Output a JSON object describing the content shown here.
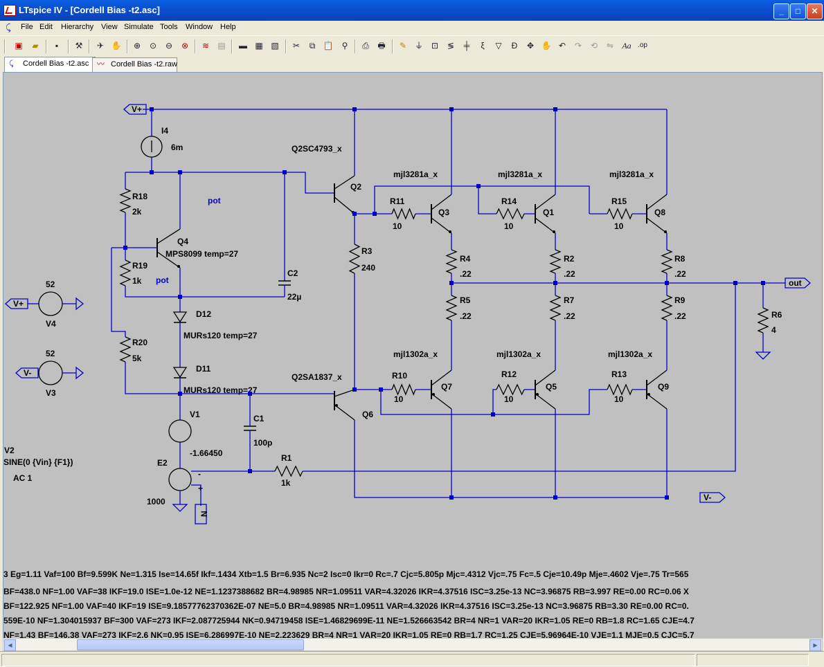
{
  "window": {
    "title": "LTspice IV - [Cordell Bias -t2.asc]",
    "buttons": [
      "_",
      "□",
      "✕"
    ]
  },
  "menu": [
    "File",
    "Edit",
    "Hierarchy",
    "View",
    "Simulate",
    "Tools",
    "Window",
    "Help"
  ],
  "mdi_buttons": [
    "_",
    "⧉",
    "✕"
  ],
  "tabs": [
    {
      "label": "Cordell Bias -t2.asc",
      "icon": "schematic-icon",
      "active": true
    },
    {
      "label": "Cordell Bias -t2.raw",
      "icon": "waveform-icon",
      "active": false
    }
  ],
  "schematic": {
    "wire_color": "#0000c8",
    "labels": [
      {
        "id": "i4-name",
        "text": "I4"
      },
      {
        "id": "i4-value",
        "text": "6m"
      },
      {
        "id": "r18-name",
        "text": "R18"
      },
      {
        "id": "r18-value",
        "text": "2k"
      },
      {
        "id": "pot1",
        "text": "pot",
        "blue": true
      },
      {
        "id": "q4-name",
        "text": "Q4"
      },
      {
        "id": "q4-model",
        "text": "MPS8099 temp=27"
      },
      {
        "id": "r19-name",
        "text": "R19"
      },
      {
        "id": "r19-value",
        "text": "1k"
      },
      {
        "id": "pot2",
        "text": "pot",
        "blue": true
      },
      {
        "id": "c2-name",
        "text": "C2"
      },
      {
        "id": "c2-value",
        "text": "22µ"
      },
      {
        "id": "q2-model",
        "text": "Q2SC4793_x"
      },
      {
        "id": "q2-name",
        "text": "Q2"
      },
      {
        "id": "r3-name",
        "text": "R3"
      },
      {
        "id": "r3-value",
        "text": "240"
      },
      {
        "id": "d12-name",
        "text": "D12"
      },
      {
        "id": "d12-model",
        "text": "MURs120 temp=27"
      },
      {
        "id": "r20-name",
        "text": "R20"
      },
      {
        "id": "r20-value",
        "text": "5k"
      },
      {
        "id": "d11-name",
        "text": "D11"
      },
      {
        "id": "d11-model",
        "text": "MURs120 temp=27"
      },
      {
        "id": "q6-model",
        "text": "Q2SA1837_x"
      },
      {
        "id": "q6-name",
        "text": "Q6"
      },
      {
        "id": "v1-name",
        "text": "V1"
      },
      {
        "id": "v1-value",
        "text": "-1.66450"
      },
      {
        "id": "c1-name",
        "text": "C1"
      },
      {
        "id": "c1-value",
        "text": "100p"
      },
      {
        "id": "e2-name",
        "text": "E2"
      },
      {
        "id": "e2-value",
        "text": "1000"
      },
      {
        "id": "r1-name",
        "text": "R1"
      },
      {
        "id": "r1-value",
        "text": "1k"
      },
      {
        "id": "v4-value",
        "text": "52"
      },
      {
        "id": "v4-name",
        "text": "V4"
      },
      {
        "id": "v3-value",
        "text": "52"
      },
      {
        "id": "v3-name",
        "text": "V3"
      },
      {
        "id": "v2-name",
        "text": "V2"
      },
      {
        "id": "v2-value",
        "text": "SINE(0 {Vin} {F1})"
      },
      {
        "id": "v2-ac",
        "text": "AC 1"
      },
      {
        "id": "q3-model",
        "text": "mjl3281a_x"
      },
      {
        "id": "q1-model",
        "text": "mjl3281a_x"
      },
      {
        "id": "q8-model",
        "text": "mjl3281a_x"
      },
      {
        "id": "r11-name",
        "text": "R11"
      },
      {
        "id": "r11-value",
        "text": "10"
      },
      {
        "id": "q3-name",
        "text": "Q3"
      },
      {
        "id": "r14-name",
        "text": "R14"
      },
      {
        "id": "r14-value",
        "text": "10"
      },
      {
        "id": "q1-name",
        "text": "Q1"
      },
      {
        "id": "r15-name",
        "text": "R15"
      },
      {
        "id": "r15-value",
        "text": "10"
      },
      {
        "id": "q8-name",
        "text": "Q8"
      },
      {
        "id": "r4-name",
        "text": "R4"
      },
      {
        "id": "r4-value",
        "text": ".22"
      },
      {
        "id": "r2-name",
        "text": "R2"
      },
      {
        "id": "r2-value",
        "text": ".22"
      },
      {
        "id": "r8-name",
        "text": "R8"
      },
      {
        "id": "r8-value",
        "text": ".22"
      },
      {
        "id": "r5-name",
        "text": "R5"
      },
      {
        "id": "r5-value",
        "text": ".22"
      },
      {
        "id": "r7-name",
        "text": "R7"
      },
      {
        "id": "r7-value",
        "text": ".22"
      },
      {
        "id": "r9-name",
        "text": "R9"
      },
      {
        "id": "r9-value",
        "text": ".22"
      },
      {
        "id": "q7-model",
        "text": "mjl1302a_x"
      },
      {
        "id": "q5-model",
        "text": "mjl1302a_x"
      },
      {
        "id": "q9-model",
        "text": "mjl1302a_x"
      },
      {
        "id": "r10-name",
        "text": "R10"
      },
      {
        "id": "r10-value",
        "text": "10"
      },
      {
        "id": "q7-name",
        "text": "Q7"
      },
      {
        "id": "r12-name",
        "text": "R12"
      },
      {
        "id": "r12-value",
        "text": "10"
      },
      {
        "id": "q5-name",
        "text": "Q5"
      },
      {
        "id": "r13-name",
        "text": "R13"
      },
      {
        "id": "r13-value",
        "text": "10"
      },
      {
        "id": "q9-name",
        "text": "Q9"
      },
      {
        "id": "r6-name",
        "text": "R6"
      },
      {
        "id": "r6-value",
        "text": "4"
      }
    ],
    "net_labels": {
      "vplus_top": "V+",
      "vplus_v4": "V+",
      "vminus_v3": "V-",
      "vminus_bottom": "V-",
      "out": "out",
      "minus_sign": "-",
      "plus_sign": "+",
      "n_label": "N"
    }
  },
  "netlist_lines": [
    "3 Eg=1.11 Vaf=100 Bf=9.599K Ne=1.315 Ise=14.65f Ikf=.1434 Xtb=1.5 Br=6.935 Nc=2 Isc=0 Ikr=0 Rc=.7 Cjc=5.805p Mjc=.4312 Vjc=.75 Fc=.5 Cje=10.49p Mje=.4602 Vje=.75 Tr=565",
    "BF=438.0 NF=1.00 VAF=38 IKF=19.0 ISE=1.0e-12 NE=1.1237388682 BR=4.98985 NR=1.09511 VAR=4.32026 IKR=4.37516 ISC=3.25e-13 NC=3.96875 RB=3.997 RE=0.00 RC=0.06 X",
    "BF=122.925 NF=1.00 VAF=40 IKF=19 ISE=9.18577762370362E-07 NE=5.0 BR=4.98985 NR=1.09511 VAR=4.32026 IKR=4.37516 ISC=3.25e-13 NC=3.96875 RB=3.30 RE=0.00 RC=0.",
    "559E-10 NF=1.304015937 BF=300 VAF=273 IKF=2.087725944 NK=0.94719458 ISE=1.46829699E-11 NE=1.526663542 BR=4 NR=1 VAR=20 IKR=1.05 RE=0 RB=1.8 RC=1.65 CJE=4.7",
    "NF=1.43 BF=146.38 VAF=273 IKF=2.6 NK=0.95 ISE=6.286997E-10 NE=2.223629 BR=4 NR=1 VAR=20 IKR=1.05 RE=0 RB=1.7 RC=1.25 CJE=5.96964E-10 VJE=1.1 MJE=0.5 CJC=5.7"
  ]
}
